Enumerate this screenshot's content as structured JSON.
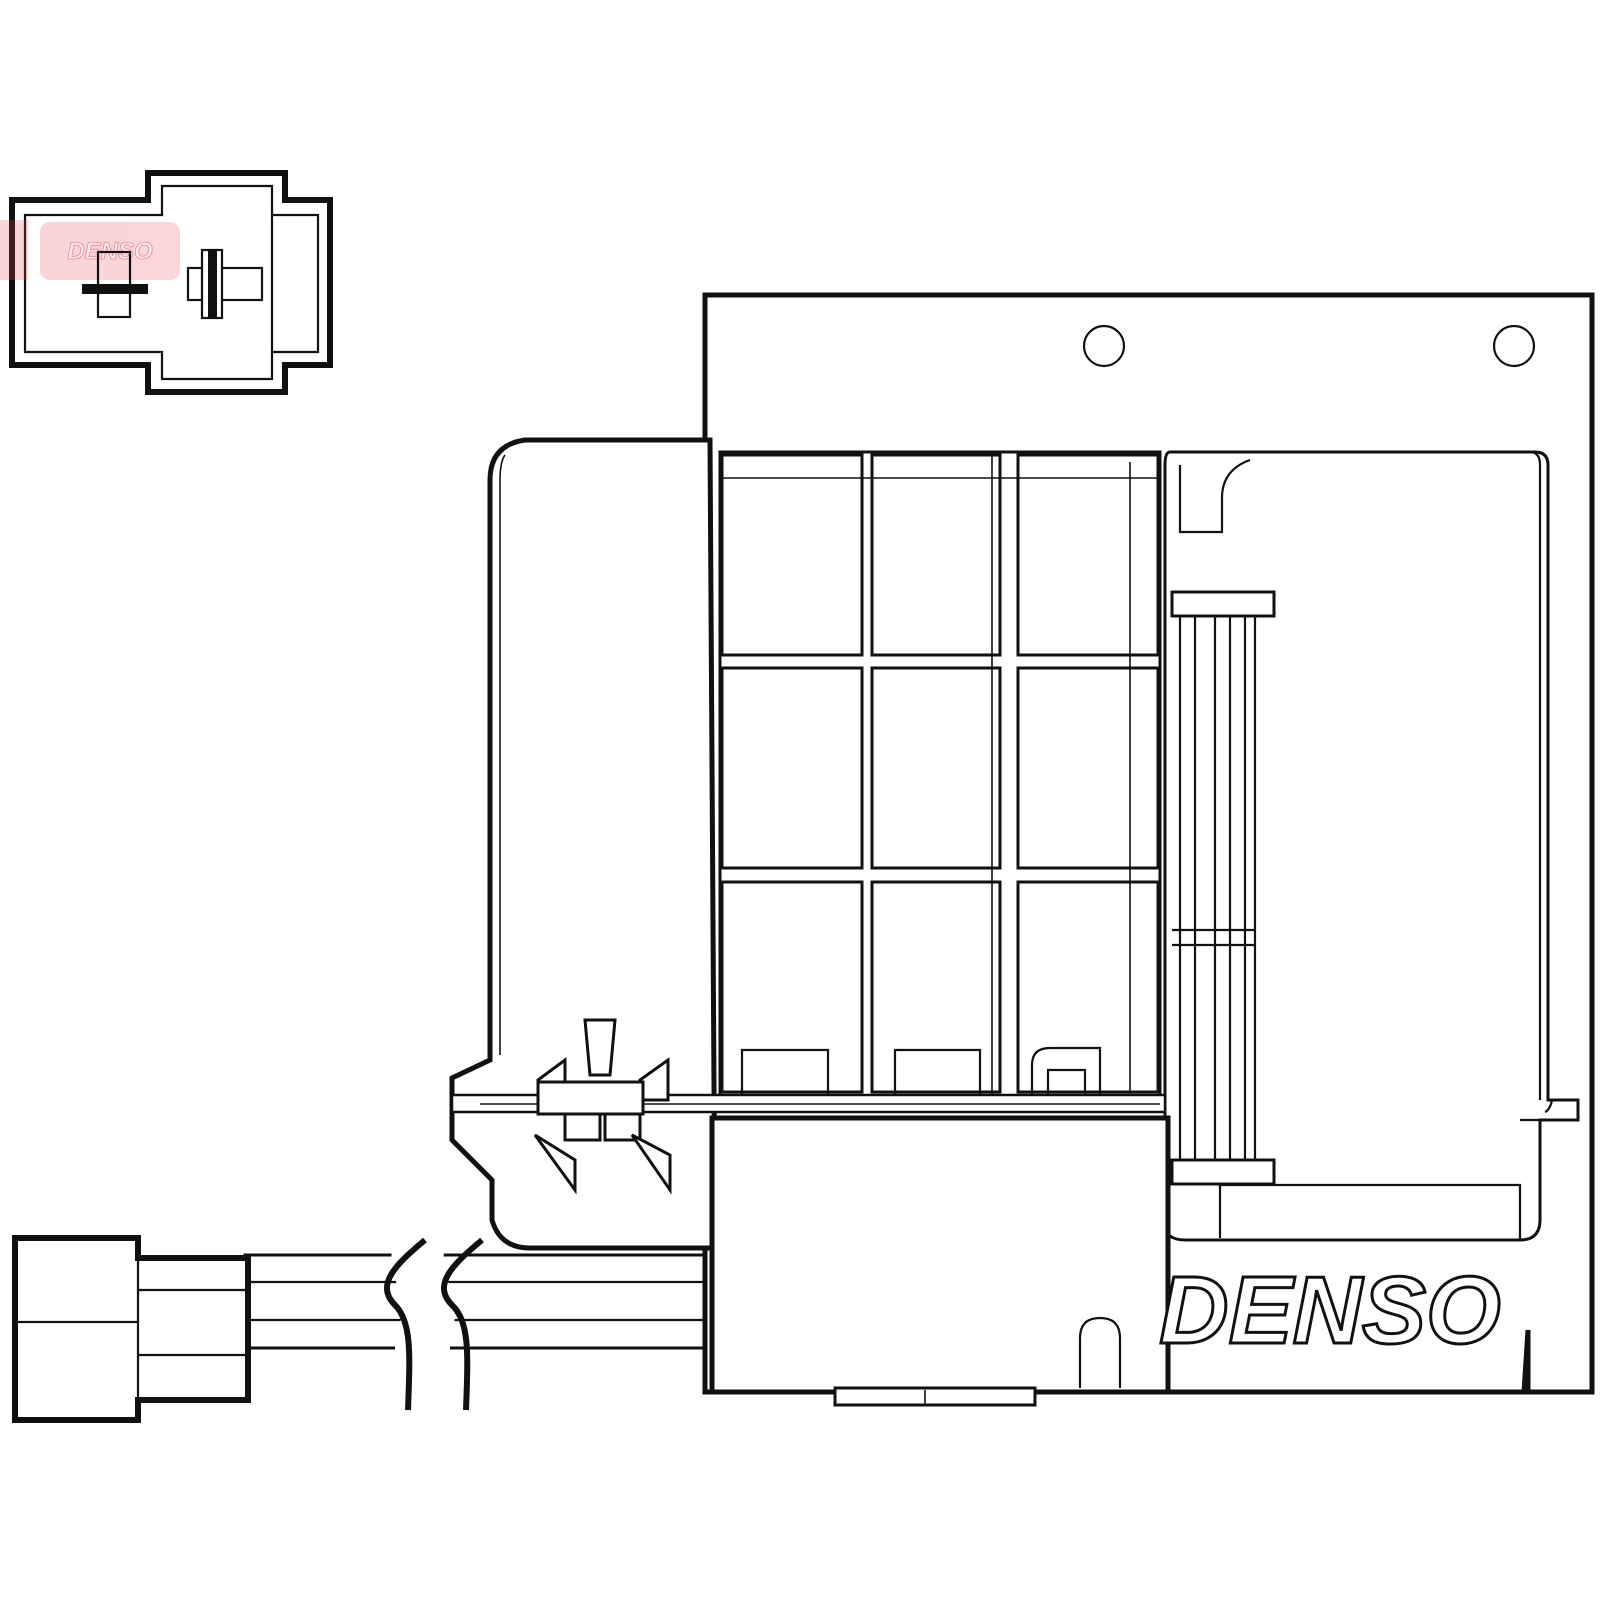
{
  "brand": {
    "label": "DENSO",
    "watermark_label": "DENSO",
    "watermark_color": "#e8455a"
  },
  "colors": {
    "line": "#111111",
    "background": "#ffffff"
  },
  "icons": {
    "connector_face": "connector-pin-face",
    "cable_break": "cable-break-mark"
  }
}
